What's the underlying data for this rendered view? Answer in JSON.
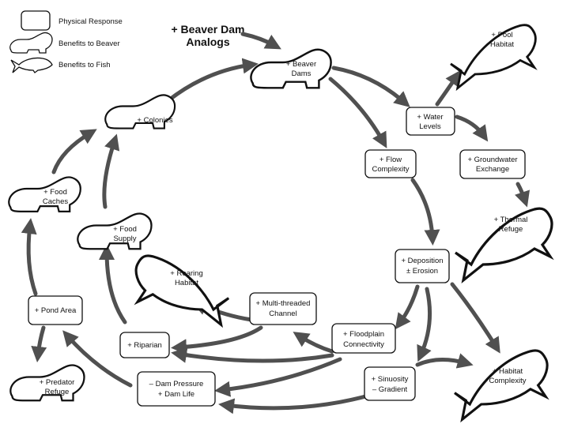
{
  "title": {
    "line1": "+ Beaver Dam",
    "line2": "Analogs"
  },
  "legend": {
    "physical_response": "Physical Response",
    "benefits_beaver": "Benefits to Beaver",
    "benefits_fish": "Benefits to Fish"
  },
  "nodes": {
    "beaver_dams": [
      "+ Beaver",
      "Dams"
    ],
    "colonies": [
      "+ Colonies"
    ],
    "food_caches": [
      "+ Food",
      "Caches"
    ],
    "food_supply": [
      "+ Food",
      "Supply"
    ],
    "pond_area": [
      "+ Pond Area"
    ],
    "predator_refuge": [
      "+ Predator",
      "Refuge"
    ],
    "rearing_habitat": [
      "+ Rearing",
      "Habitat"
    ],
    "riparian": [
      "+ Riparian"
    ],
    "dam_pressure": [
      "– Dam Pressure",
      "+ Dam Life"
    ],
    "multi_threaded": [
      "+ Multi-threaded",
      "Channel"
    ],
    "floodplain": [
      "+ Floodplain",
      "Connectivity"
    ],
    "water_levels": [
      "+ Water",
      "Levels"
    ],
    "pool_habitat": [
      "+ Pool",
      "Habitat"
    ],
    "flow_complexity": [
      "+ Flow",
      "Complexity"
    ],
    "groundwater": [
      "+ Groundwater",
      "Exchange"
    ],
    "thermal_refuge": [
      "+ Thermal",
      "Refuge"
    ],
    "deposition": [
      "+ Deposition",
      "± Erosion"
    ],
    "sinuosity": [
      "+ Sinuosity",
      "– Gradient"
    ],
    "habitat_complexity": [
      "+ Habitat",
      "Complexity"
    ]
  }
}
